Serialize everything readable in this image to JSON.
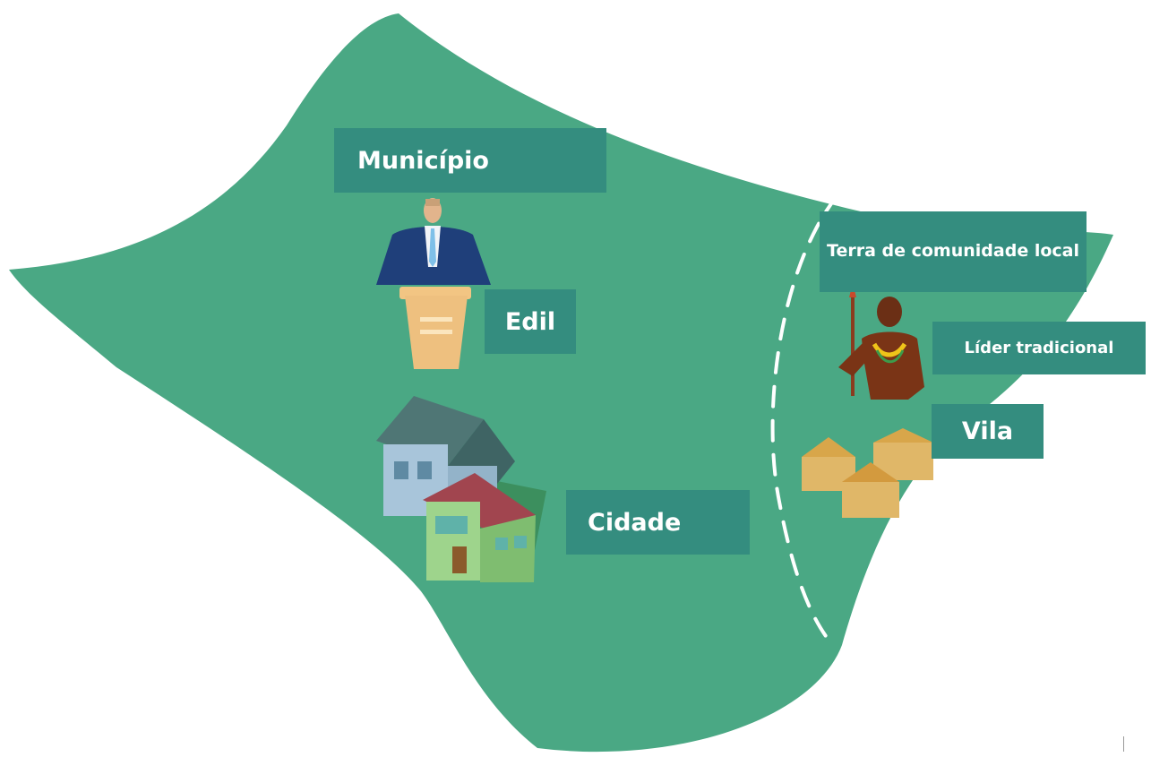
{
  "labels": {
    "municipio": "Município",
    "edil": "Edil",
    "cidade": "Cidade",
    "terra": "Terra de comunidade local",
    "lider": "Líder tradicional",
    "vila": "Vila"
  },
  "colors": {
    "land": "#4aa884",
    "label_bg": "#348d7f",
    "label_text": "#ffffff",
    "boundary": "#ffffff"
  },
  "icons": [
    "official-at-podium-icon",
    "houses-icon",
    "traditional-leader-icon",
    "huts-icon"
  ]
}
